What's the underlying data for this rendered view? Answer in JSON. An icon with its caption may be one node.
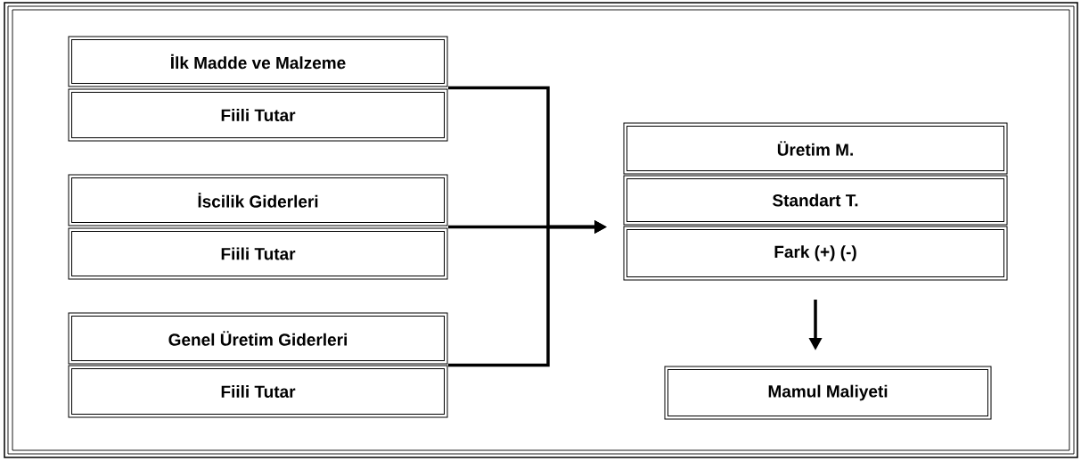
{
  "diagram": {
    "nodes": [
      {
        "text": [
          "İlk Madde ve Malzeme"
        ]
      },
      {
        "text": [
          "Fiili Tutar"
        ]
      },
      {
        "text": [
          "İscilik Giderleri"
        ]
      },
      {
        "text": [
          "Fiili Tutar"
        ]
      },
      {
        "text": [
          "Genel Üretim Giderleri"
        ]
      },
      {
        "text": [
          "Fiili Tutar"
        ]
      },
      {
        "text": [
          "Üretim M."
        ]
      },
      {
        "text": [
          "Standart T."
        ]
      },
      {
        "text": [
          "Fark (+) (-)"
        ]
      },
      {
        "text": [
          "Mamul Maliyeti"
        ]
      }
    ],
    "edges": [
      {
        "from": 0,
        "to": 7,
        "arrow": "to"
      },
      {
        "from": 2,
        "to": 7,
        "arrow": "to"
      },
      {
        "from": 4,
        "to": 7,
        "arrow": "to"
      },
      {
        "from": 8,
        "to": 9,
        "arrow": "to"
      }
    ]
  }
}
